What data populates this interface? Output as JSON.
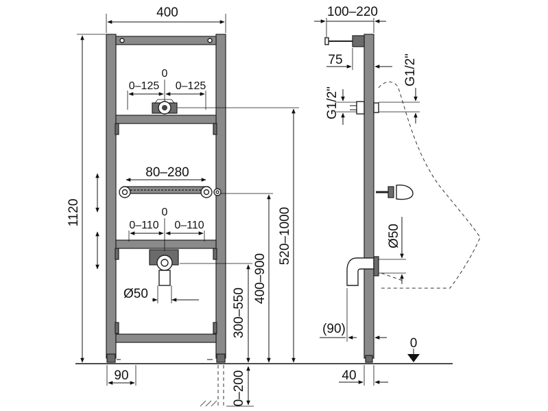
{
  "front": {
    "width": "400",
    "height": "1120",
    "upper_zero": "0",
    "upper_left": "0–125",
    "upper_right": "0–125",
    "bar_range": "80–280",
    "lower_zero": "0",
    "lower_left": "0–110",
    "lower_right": "0–110",
    "drain_diameter": "Ø50",
    "foot_offset": "90",
    "foot_extension": "0–200",
    "drain_height": "300–550",
    "bar_height": "400–900",
    "inlet_height": "520–1000"
  },
  "side": {
    "depth_range": "100–220",
    "offset": "75",
    "thread_top": "G1/2\"",
    "thread_left": "G1/2\"",
    "drain_diameter": "Ø50",
    "drain_offset": "(90)",
    "foot_depth": "40",
    "floor_level": "0"
  }
}
